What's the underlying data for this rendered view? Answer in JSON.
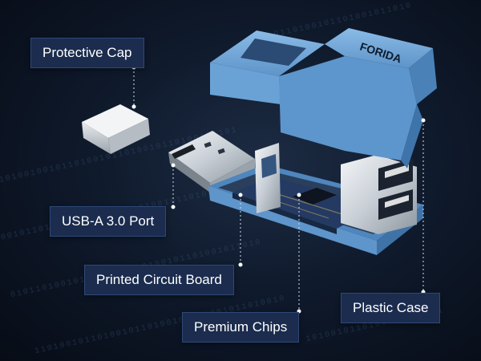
{
  "labels": {
    "protective_cap": "Protective Cap",
    "usb_port": "USB-A 3.0 Port",
    "circuit_board": "Printed Circuit Board",
    "chips": "Premium Chips",
    "plastic_case": "Plastic Case"
  },
  "brand_mark": "FORIDA",
  "colors": {
    "case_blue": "#6fa6d8",
    "label_bg": "#1b2c4e",
    "background": "#0b1220"
  }
}
